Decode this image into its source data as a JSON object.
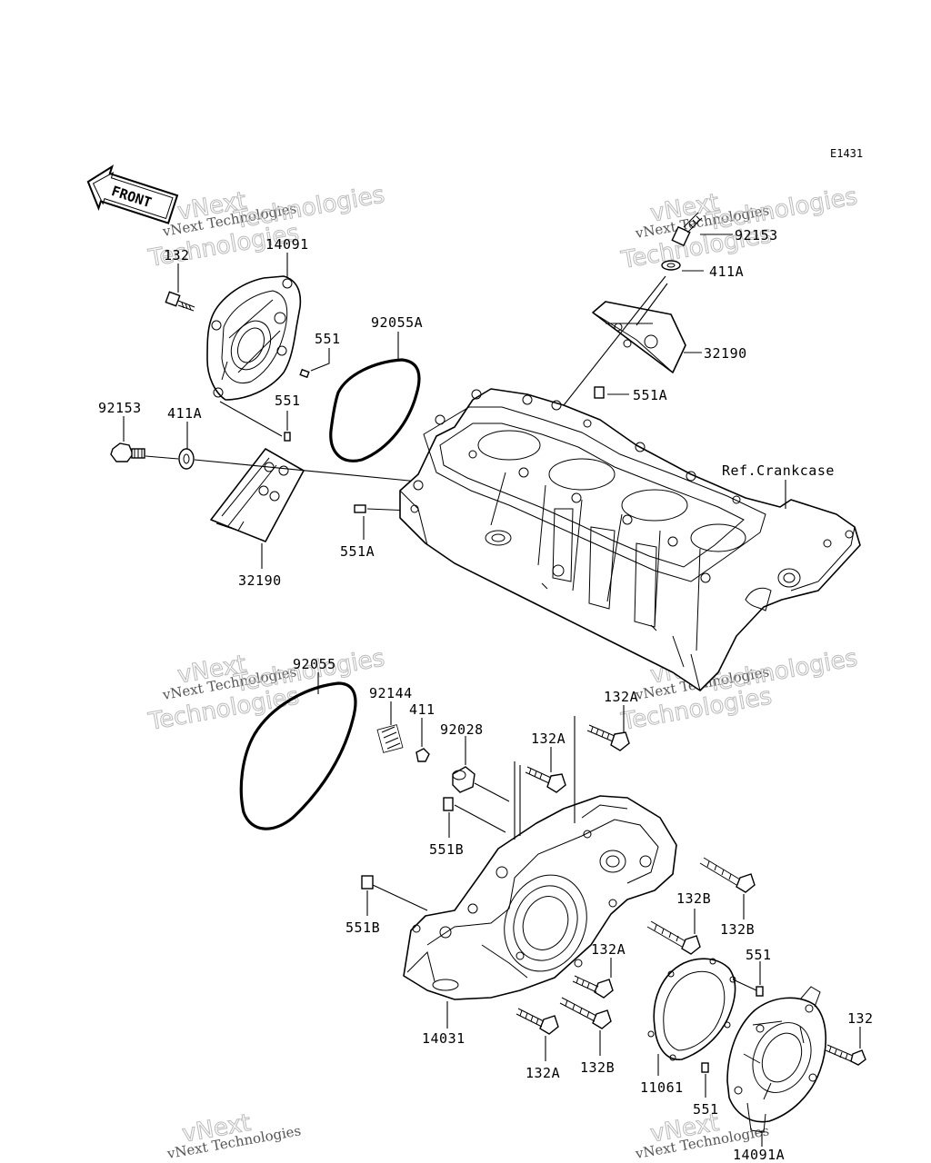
{
  "diagram_code": "E1431",
  "front_label": "FRONT",
  "reference_label": "Ref.Crankcase",
  "watermark": {
    "line1": "vNext Technologies",
    "line2": "vNext",
    "line3": "Technologies"
  },
  "callouts": [
    {
      "id": "c-132-top",
      "text": "132"
    },
    {
      "id": "c-14091",
      "text": "14091"
    },
    {
      "id": "c-551-a",
      "text": "551"
    },
    {
      "id": "c-551-b",
      "text": "551"
    },
    {
      "id": "c-92055A",
      "text": "92055A"
    },
    {
      "id": "c-92153-left",
      "text": "92153"
    },
    {
      "id": "c-411A-left",
      "text": "411A"
    },
    {
      "id": "c-32190-left",
      "text": "32190"
    },
    {
      "id": "c-551A-left",
      "text": "551A"
    },
    {
      "id": "c-92153-right",
      "text": "92153"
    },
    {
      "id": "c-411A-right",
      "text": "411A"
    },
    {
      "id": "c-32190-right",
      "text": "32190"
    },
    {
      "id": "c-551A-right",
      "text": "551A"
    },
    {
      "id": "c-92055",
      "text": "92055"
    },
    {
      "id": "c-92144",
      "text": "92144"
    },
    {
      "id": "c-411",
      "text": "411"
    },
    {
      "id": "c-92028",
      "text": "92028"
    },
    {
      "id": "c-132A-top",
      "text": "132A"
    },
    {
      "id": "c-132A-mid",
      "text": "132A"
    },
    {
      "id": "c-551B-upper",
      "text": "551B"
    },
    {
      "id": "c-551B-lower",
      "text": "551B"
    },
    {
      "id": "c-132B-right",
      "text": "132B"
    },
    {
      "id": "c-132B-mid",
      "text": "132B"
    },
    {
      "id": "c-132A-low",
      "text": "132A"
    },
    {
      "id": "c-14031",
      "text": "14031"
    },
    {
      "id": "c-132A-bottom",
      "text": "132A"
    },
    {
      "id": "c-132B-bottom",
      "text": "132B"
    },
    {
      "id": "c-551-right",
      "text": "551"
    },
    {
      "id": "c-11061",
      "text": "11061"
    },
    {
      "id": "c-551-bottom",
      "text": "551"
    },
    {
      "id": "c-132-right",
      "text": "132"
    },
    {
      "id": "c-14091A",
      "text": "14091A"
    }
  ]
}
